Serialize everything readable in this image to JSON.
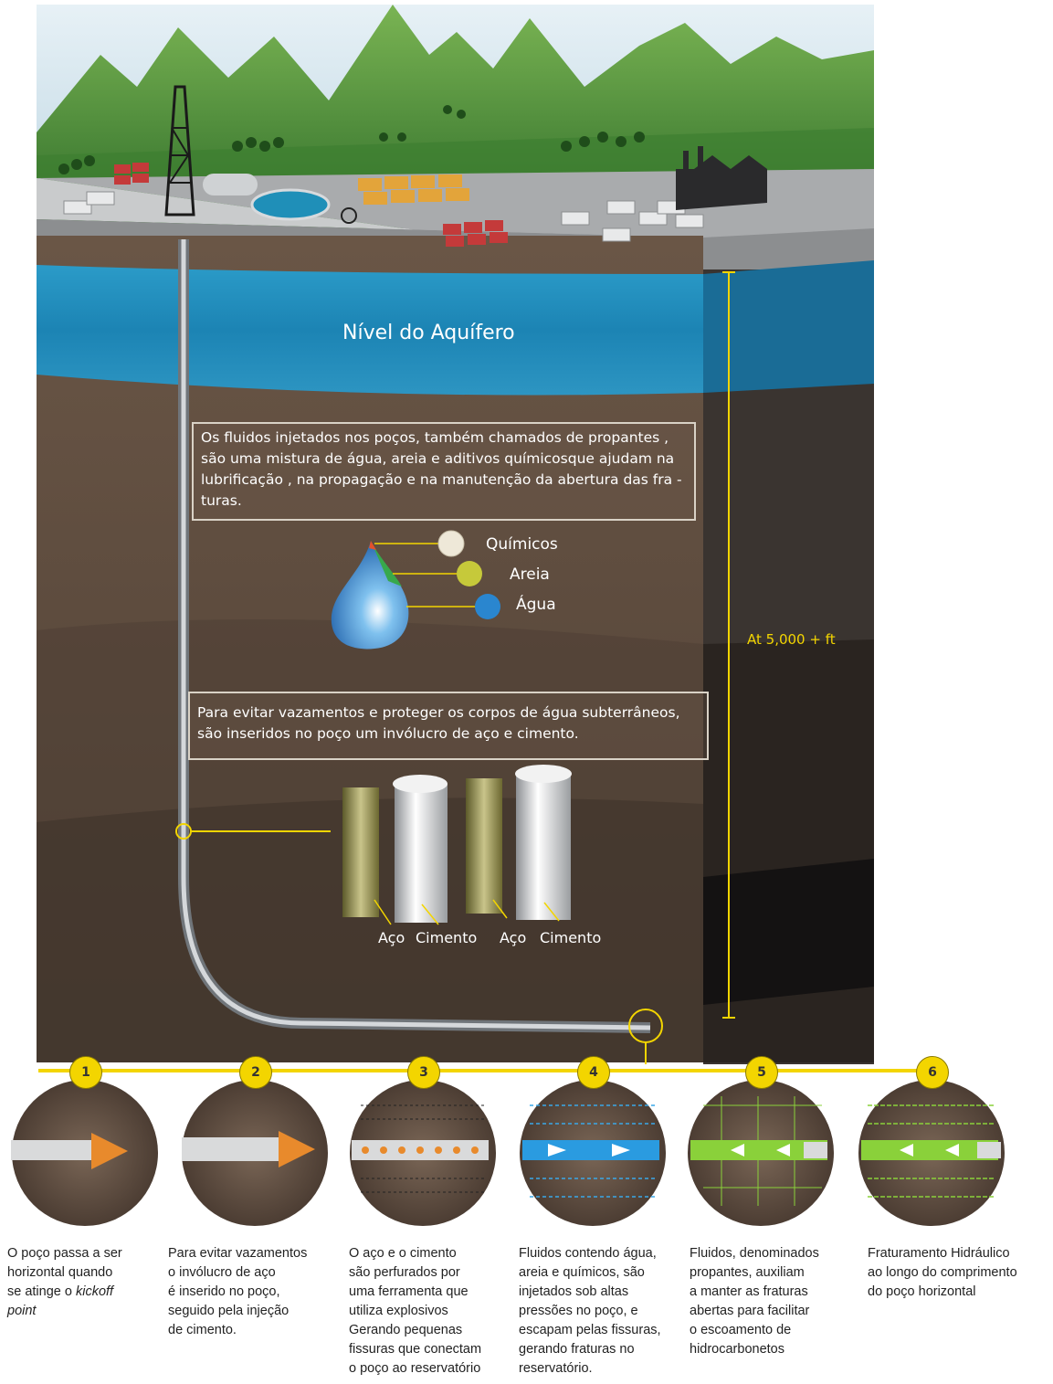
{
  "aquifer_label": "Nível do Aquífero",
  "depth_label": "At 5,000 + ft",
  "fluids_box": {
    "line1": "Os fluidos injetados nos poços, também chamados de propantes ,",
    "line2": "são uma mistura de água, areia e aditivos químicosque ajudam na",
    "line3": "lubrificação , na propagação e na manutenção da abertura das fra -",
    "line4": "turas."
  },
  "components": {
    "chemicals": "Químicos",
    "sand": "Areia",
    "water": "Água"
  },
  "casing_box": {
    "line1": "Para evitar vazamentos e proteger os corpos de água subterrâneos,",
    "line2": "são inseridos no poço um invólucro de aço e cimento."
  },
  "casing_labels": {
    "steel_1": "Aço",
    "cement_1": "Cimento",
    "steel_2": "Aço",
    "cement_2": "Cimento"
  },
  "steps": [
    {
      "number": "1",
      "lines": [
        "O poço passa a ser",
        "horizontal quando",
        "se atinge o"
      ],
      "italic_word": "kickoff",
      "italic_line": "point"
    },
    {
      "number": "2",
      "lines": [
        "Para evitar vazamentos",
        "o invólucro de aço",
        "é inserido no poço,",
        "seguido pela injeção",
        "de cimento."
      ]
    },
    {
      "number": "3",
      "lines": [
        "O aço e o cimento",
        "são perfurados por",
        "uma ferramenta que",
        "utiliza explosivos",
        "Gerando pequenas",
        "fissuras que conectam",
        "o poço ao reservatório"
      ]
    },
    {
      "number": "4",
      "lines": [
        "Fluidos contendo água,",
        "areia e químicos, são",
        "injetados sob altas",
        "pressões no poço, e",
        "escapam pelas fissuras,",
        "gerando fraturas no",
        "reservatório."
      ]
    },
    {
      "number": "5",
      "lines": [
        "Fluidos, denominados",
        "propantes, auxiliam",
        "a manter as fraturas",
        "abertas para facilitar",
        "o escoamento de",
        "hidrocarbonetos"
      ]
    },
    {
      "number": "6",
      "lines": [
        "Fraturamento Hidráulico",
        "ao longo do comprimento",
        "do  poço horizontal"
      ]
    }
  ],
  "colors": {
    "sky": "#cfe3ee",
    "mountain": "#4f8f3a",
    "ground": "#5e4c3e",
    "aquifer": "#1f89b8",
    "highlight": "#f3d500",
    "pipe": "#9aa0a6"
  }
}
